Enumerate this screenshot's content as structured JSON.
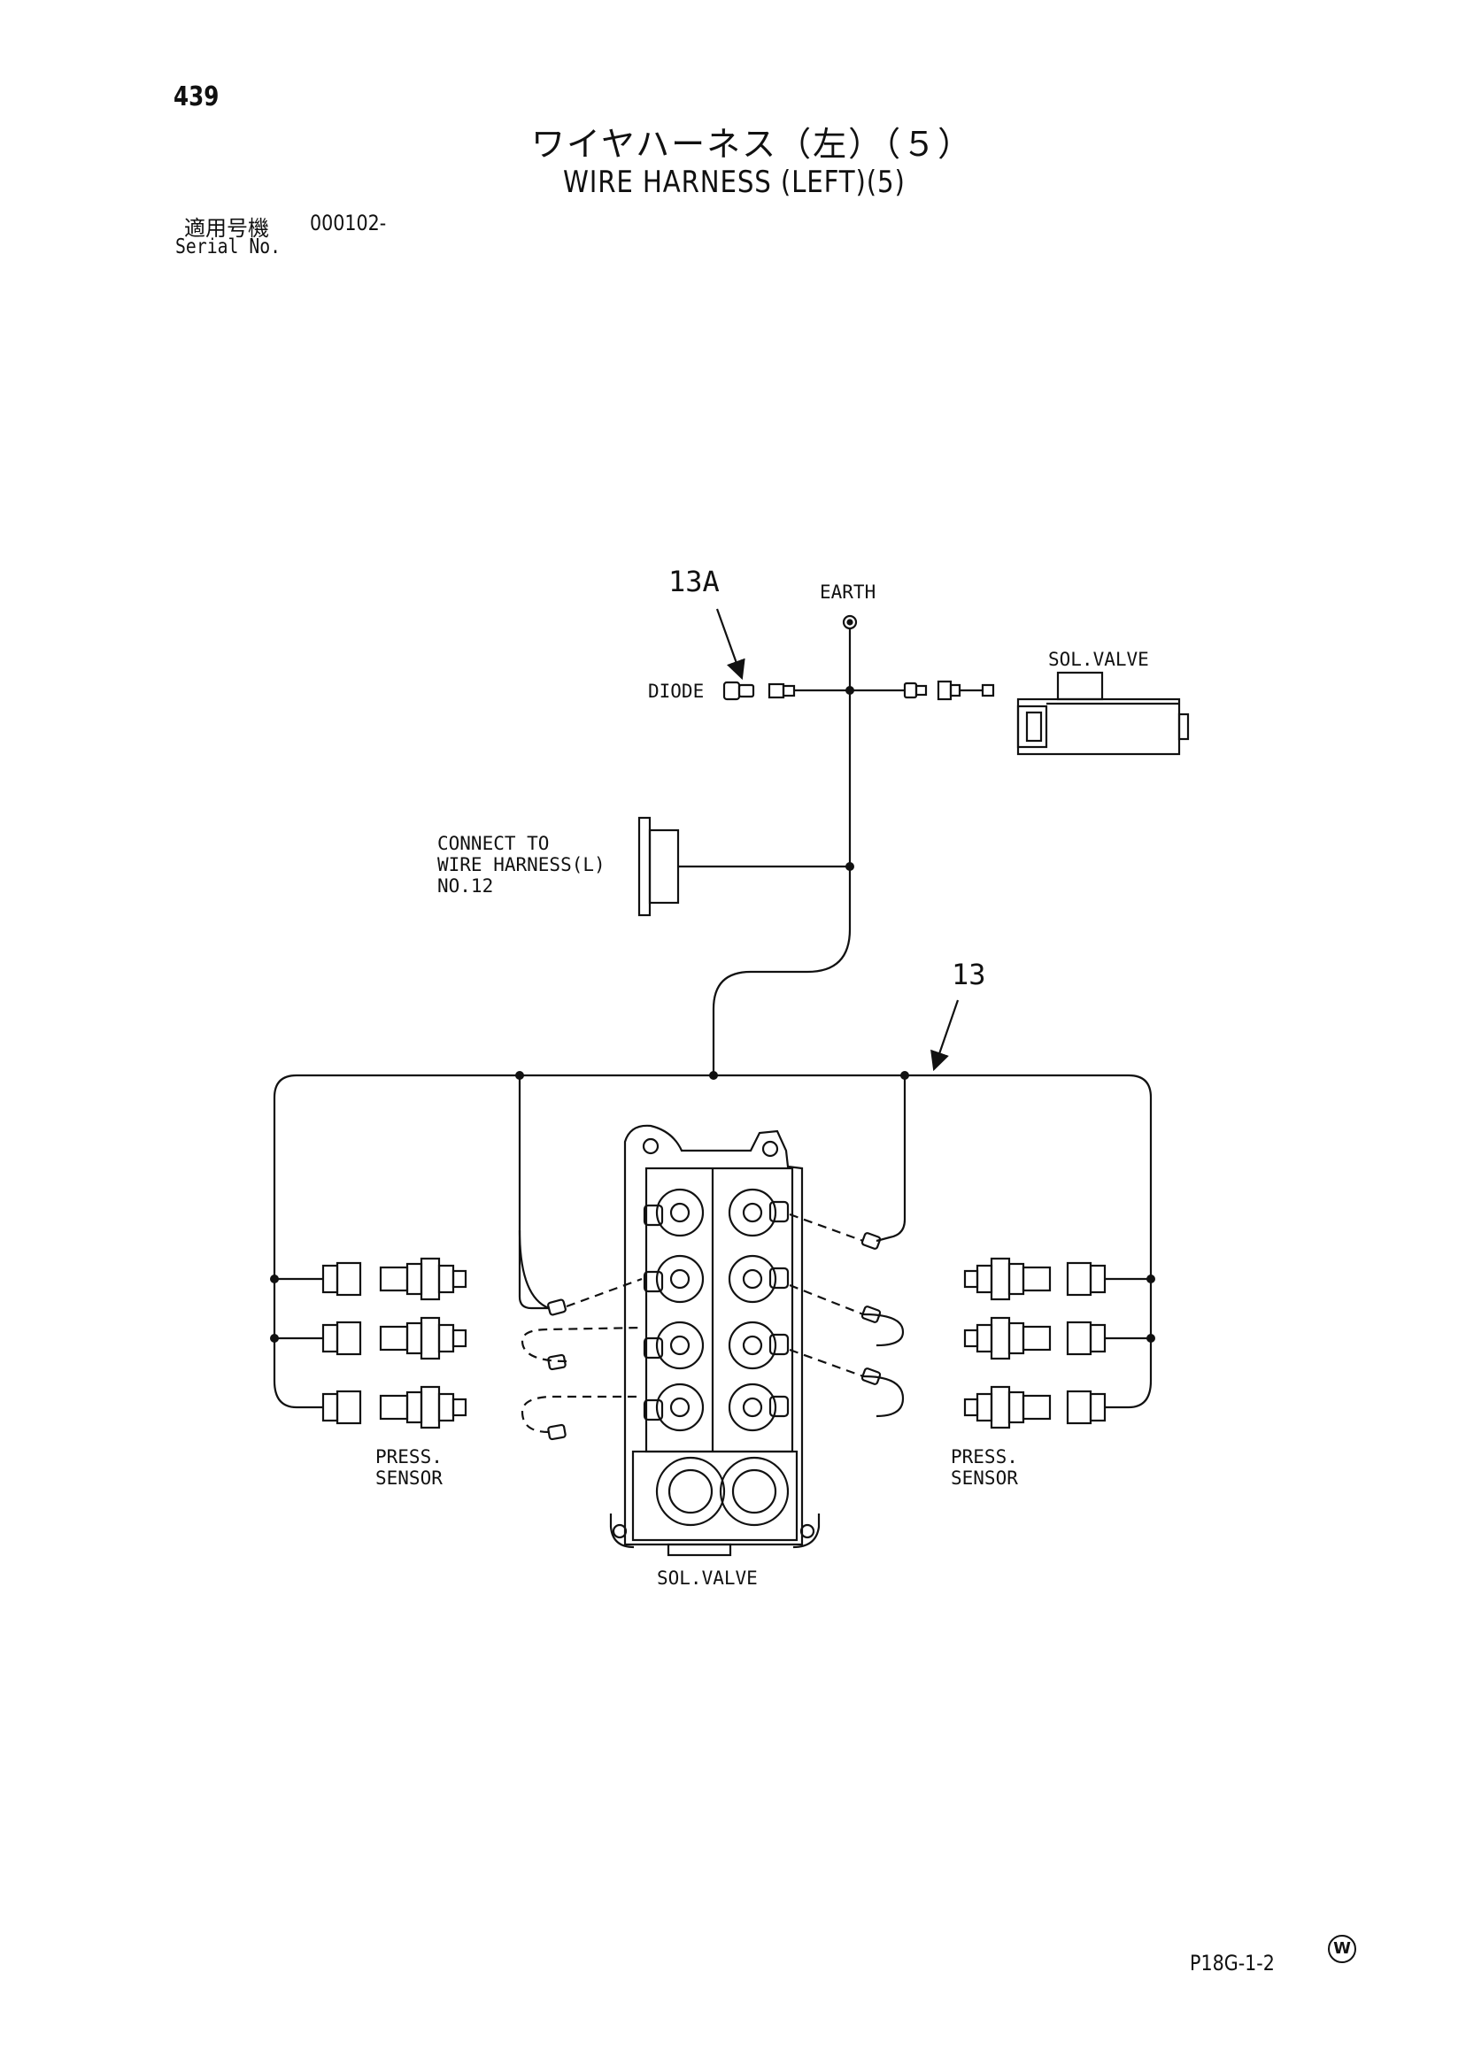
{
  "header": {
    "page_number": "439",
    "title_jp": "ワイヤハーネス（左）（５）",
    "title_en": "WIRE HARNESS (LEFT)(5)",
    "serial_label_jp": "適用号機",
    "serial_value": "000102-",
    "serial_label_en": "Serial No."
  },
  "diagram": {
    "callout_13a": "13A",
    "callout_13": "13",
    "earth_label": "EARTH",
    "diode_label": "DIODE",
    "sol_valve_top_label": "SOL.VALVE",
    "connect_to_label": [
      "CONNECT TO",
      "WIRE HARNESS(L)",
      "NO.12"
    ],
    "press_sensor_left_label": [
      "PRESS.",
      "SENSOR"
    ],
    "press_sensor_right_label": [
      "PRESS.",
      "SENSOR"
    ],
    "sol_valve_bottom_label": "SOL.VALVE"
  },
  "footer": {
    "mark": "W",
    "drawing_code": "P18G-1-2"
  }
}
